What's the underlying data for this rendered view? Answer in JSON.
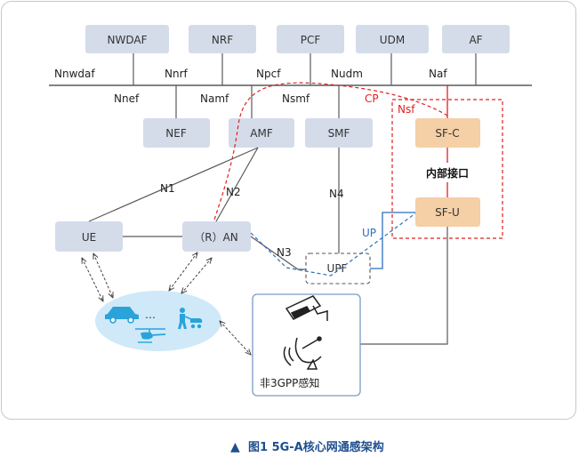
{
  "colors": {
    "node_fill": "#d4dcea",
    "sf_fill": "#f5cfa6",
    "line": "#5a5a5a",
    "control_plane": "#e02020",
    "user_plane": "#2b6fc0",
    "caption": "#1f4f8f",
    "device_ellipse": "#cfe9f9",
    "device_icon": "#29a3da"
  },
  "core_nfs": [
    "NWDAF",
    "NRF",
    "PCF",
    "UDM",
    "AF"
  ],
  "service_interfaces_top": [
    "Nnwdaf",
    "Nnrf",
    "Npcf",
    "Nudm",
    "Naf"
  ],
  "service_interfaces_bottom": [
    "Nnef",
    "Namf",
    "Nsmf"
  ],
  "lower_nfs": [
    "NEF",
    "AMF",
    "SMF"
  ],
  "sf": {
    "control": "SF-C",
    "user": "SF-U",
    "internal": "内部接口"
  },
  "planes": {
    "cp": "CP",
    "nsf": "Nsf",
    "up": "UP"
  },
  "ran": {
    "ue": "UE",
    "an": "（R）AN",
    "upf": "UPF"
  },
  "ref_points": {
    "n1": "N1",
    "n2": "N2",
    "n3": "N3",
    "n4": "N4"
  },
  "devices": {
    "ellipsis": "…"
  },
  "non3gpp": {
    "label": "非3GPP感知"
  },
  "caption": {
    "marker": "▲",
    "text": "图1  5G-A核心网通感架构"
  }
}
